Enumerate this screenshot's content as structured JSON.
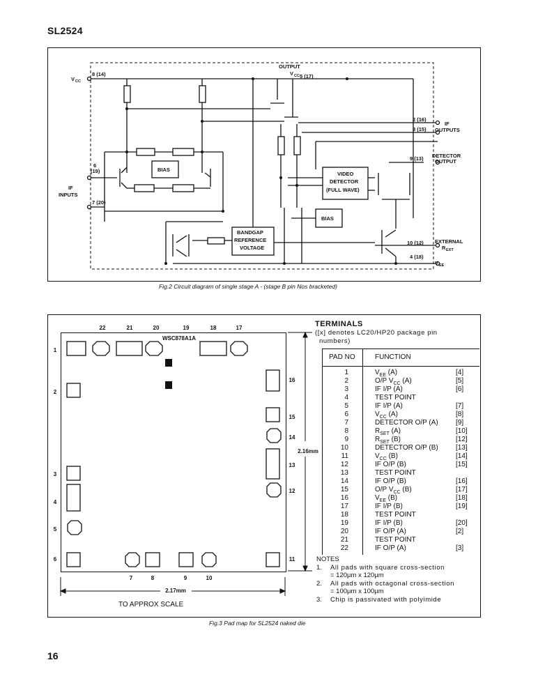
{
  "header": {
    "part": "SL2524"
  },
  "fig2": {
    "caption": "Fig.2  Circuit diagram of single stage A - (stage B pin Nos bracketed)",
    "labels": {
      "vcc": "V",
      "vcc_sub": "CC",
      "vcc_pin": "8 (14)",
      "output": "OUTPUT",
      "output_vcc": "V",
      "output_vcc_sub": "CC",
      "output_pin": "5 (17)",
      "pin2": "2 (16)",
      "pin3": "3 (15)",
      "if_outputs_1": "IF",
      "if_outputs_2": "OUTPUTS",
      "pin9": "9 (13)",
      "detector_output_1": "DETECTOR",
      "detector_output_2": "OUTPUT",
      "pin6_a": "6",
      "pin6_b": "(19)",
      "if_inputs_1": "IF",
      "if_inputs_2": "INPUTS",
      "pin7": "7 (20)",
      "bias1": "BIAS",
      "bias2": "BIAS",
      "video_detector_1": "VIDEO",
      "video_detector_2": "DETECTOR",
      "video_detector_3": "(FULL WAVE)",
      "bandgap_1": "BANDGAP",
      "bandgap_2": "REFERENCE",
      "bandgap_3": "VOLTAGE",
      "pin10": "10 (12)",
      "external_1": "EXTERNAL",
      "external_2": "R",
      "external_sub": "EXT",
      "pin4": "4 (18)",
      "vee": "V",
      "vee_sub": "EE"
    }
  },
  "fig3": {
    "caption": "Fig.3  Pad map for SL2524 naked die",
    "die_label": "WSC878A1A",
    "top_pads": [
      "22",
      "21",
      "20",
      "19",
      "18",
      "17"
    ],
    "left_pads": [
      "1",
      "2",
      "3",
      "4",
      "5",
      "6"
    ],
    "right_pads": [
      "16",
      "15",
      "14",
      "13",
      "12",
      "11"
    ],
    "bottom_pads": [
      "7",
      "8",
      "9",
      "10"
    ],
    "height_dim": "2.16mm",
    "width_dim": "2.17mm",
    "scale_note": "TO APPROX SCALE",
    "terminals": {
      "title": "TERMINALS",
      "subtitle_1": "([x] denotes LC20/HP20 package pin",
      "subtitle_2": "numbers)",
      "col_pad": "PAD NO",
      "col_function": "FUNCTION",
      "rows": [
        {
          "pad": "1",
          "fn": "V",
          "sub": "EE",
          "suffix": " (A)",
          "pin": "[4]"
        },
        {
          "pad": "2",
          "fn": "O/P V",
          "sub": "CC",
          "suffix": " (A)",
          "pin": "[5]"
        },
        {
          "pad": "3",
          "fn": "IF I/P (A)",
          "sub": "",
          "suffix": "",
          "pin": "[6]"
        },
        {
          "pad": "4",
          "fn": "TEST POINT",
          "sub": "",
          "suffix": "",
          "pin": ""
        },
        {
          "pad": "5",
          "fn": "IF I/P (A)",
          "sub": "",
          "suffix": "",
          "pin": "[7]"
        },
        {
          "pad": "6",
          "fn": "V",
          "sub": "CC",
          "suffix": " (A)",
          "pin": "[8]"
        },
        {
          "pad": "7",
          "fn": "DETECTOR O/P (A)",
          "sub": "",
          "suffix": "",
          "pin": "[9]"
        },
        {
          "pad": "8",
          "fn": "R",
          "sub": "SET",
          "suffix": " (A)",
          "pin": "[10]"
        },
        {
          "pad": "9",
          "fn": "R",
          "sub": "SET",
          "suffix": " (B)",
          "pin": "[12]"
        },
        {
          "pad": "10",
          "fn": "DETECTOR O/P (B)",
          "sub": "",
          "suffix": "",
          "pin": "[13]"
        },
        {
          "pad": "11",
          "fn": "V",
          "sub": "CC",
          "suffix": " (B)",
          "pin": "[14]"
        },
        {
          "pad": "12",
          "fn": "IF O/P (B)",
          "sub": "",
          "suffix": "",
          "pin": "[15]"
        },
        {
          "pad": "13",
          "fn": "TEST POINT",
          "sub": "",
          "suffix": "",
          "pin": ""
        },
        {
          "pad": "14",
          "fn": "IF O/P (B)",
          "sub": "",
          "suffix": "",
          "pin": "[16]"
        },
        {
          "pad": "15",
          "fn": "O/P V",
          "sub": "CC",
          "suffix": " (B)",
          "pin": "[17]"
        },
        {
          "pad": "16",
          "fn": "V",
          "sub": "EE",
          "suffix": " (B)",
          "pin": "[18]"
        },
        {
          "pad": "17",
          "fn": "IF I/P (B)",
          "sub": "",
          "suffix": "",
          "pin": "[19]"
        },
        {
          "pad": "18",
          "fn": "TEST POINT",
          "sub": "",
          "suffix": "",
          "pin": ""
        },
        {
          "pad": "19",
          "fn": "IF I/P (B)",
          "sub": "",
          "suffix": "",
          "pin": "[20]"
        },
        {
          "pad": "20",
          "fn": "IF O/P (A)",
          "sub": "",
          "suffix": "",
          "pin": "[2]"
        },
        {
          "pad": "21",
          "fn": "TEST POINT",
          "sub": "",
          "suffix": "",
          "pin": ""
        },
        {
          "pad": "22",
          "fn": "IF O/P (A)",
          "sub": "",
          "suffix": "",
          "pin": "[3]"
        }
      ]
    },
    "notes": {
      "title": "NOTES",
      "items": [
        {
          "n": "1.",
          "l1": "All pads with square cross-section",
          "l2": "= 120µm x 120µm"
        },
        {
          "n": "2.",
          "l1": "All pads with octagonal cross-section",
          "l2": "= 100µm x 100µm"
        },
        {
          "n": "3.",
          "l1": "Chip is passivated with polyimide",
          "l2": ""
        }
      ]
    }
  },
  "footer": {
    "page": "16"
  }
}
